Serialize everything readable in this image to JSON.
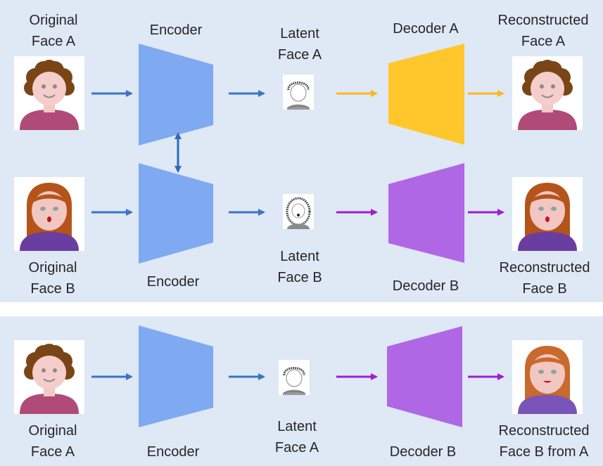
{
  "top_panel": {
    "original_face_a": [
      "Original",
      "Face A"
    ],
    "encoder_top": "Encoder",
    "latent_face_a": [
      "Latent",
      "Face A"
    ],
    "decoder_a": "Decoder A",
    "reconstructed_face_a": [
      "Reconstructed",
      "Face A"
    ],
    "original_face_b": [
      "Original",
      "Face B"
    ],
    "encoder_bottom": "Encoder",
    "latent_face_b": [
      "Latent",
      "Face B"
    ],
    "decoder_b": "Decoder B",
    "reconstructed_face_b": [
      "Reconstructed",
      "Face B"
    ]
  },
  "bottom_panel": {
    "original_face_a": [
      "Original",
      "Face A"
    ],
    "encoder": "Encoder",
    "latent_face_a": [
      "Latent",
      "Face A"
    ],
    "decoder_b": "Decoder B",
    "reconstructed": [
      "Reconstructed",
      "Face B from A"
    ]
  },
  "colors": {
    "panel_bg": "#dfe8f5",
    "encoder": "#7fa9f0",
    "decoder_a": "#ffc72c",
    "decoder_b": "#b067e6",
    "arrow_blue": "#3a74c9",
    "arrow_yellow": "#ffb61e",
    "arrow_purple": "#9b1fd1"
  }
}
